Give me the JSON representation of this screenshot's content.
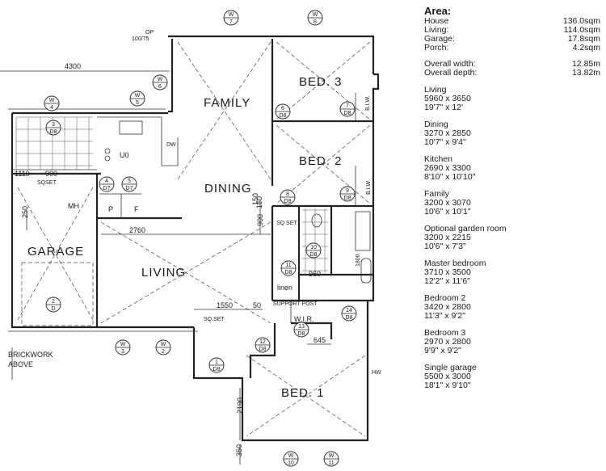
{
  "area": {
    "heading": "Area:",
    "rows": [
      {
        "label": "House",
        "value": "136.0sqm"
      },
      {
        "label": "Living:",
        "value": "114.0sqm"
      },
      {
        "label": "Garage:",
        "value": "17.8sqm"
      },
      {
        "label": "Porch:",
        "value": "4.2sqm"
      }
    ],
    "overall": [
      {
        "label": "Overall width:",
        "value": "12.85m"
      },
      {
        "label": "Overall depth:",
        "value": "13.82m"
      }
    ]
  },
  "rooms": [
    {
      "name": "Living",
      "metric": "5960 x 3650",
      "imperial": "19'7\" x 12'"
    },
    {
      "name": "Dining",
      "metric": "3270 x 2850",
      "imperial": "10'7\" x 9'4\""
    },
    {
      "name": "Kitchen",
      "metric": "2690 x 3300",
      "imperial": "8'10\" x 10'10\""
    },
    {
      "name": "Family",
      "metric": "3200 x 3070",
      "imperial": "10'6\" x 10'1\""
    },
    {
      "name": "Optional garden room",
      "metric": "3200 x 2215",
      "imperial": "10'6\" x 7'3\""
    },
    {
      "name": "Master bedroom",
      "metric": "3710 x 3500",
      "imperial": "12'2\" x 11'6\""
    },
    {
      "name": "Bedroom 2",
      "metric": "3420 x 2800",
      "imperial": "11'3\" x 9'2\""
    },
    {
      "name": "Bedroom 3",
      "metric": "2970 x 2800",
      "imperial": "9'9\" x 9'2\""
    },
    {
      "name": "Single garage",
      "metric": "5500 x 3000",
      "imperial": "18'1\" x 9'10\""
    }
  ],
  "plan": {
    "rooms": {
      "bed3": "BED. 3",
      "bed2": "BED. 2",
      "bed1": "BED. 1",
      "family": "FAMILY",
      "dining": "DINING",
      "living": "LIVING",
      "garage": "GARAGE",
      "wir": "W.I.R.",
      "linen": "linen"
    },
    "fixtures": {
      "biw_top": "B.I.W.",
      "biw_mid": "B.I.W.",
      "uo": "U0",
      "dw": "DW",
      "mh": "MH",
      "p": "P",
      "f": "F",
      "sqset_left": "SQSET",
      "sqset_living": "SQ.SET",
      "sqset_hall": "SQ SET",
      "support_post": "SUPPORT POST",
      "hw": "HW",
      "op": "OP",
      "op_rate": "100/75",
      "brickwork_1": "BRICKWORK",
      "brickwork_2": "ABOVE"
    },
    "dims": {
      "d4300": "4300",
      "d1110": "1110",
      "d900": "900",
      "d250": "250",
      "d2760": "2760",
      "d1550": "1550",
      "d50": "50",
      "d150": "150",
      "d900v": "900",
      "d960": "960",
      "d1800": "1800",
      "d645": "645",
      "d2190": "2190",
      "d350": "350",
      "d150b": "150"
    },
    "tags": {
      "w7": {
        "top": "W",
        "bottom": "7"
      },
      "w8": {
        "top": "W",
        "bottom": "8"
      },
      "w6": {
        "top": "W",
        "bottom": "6"
      },
      "w5": {
        "top": "W",
        "bottom": "5"
      },
      "w4": {
        "top": "W",
        "bottom": "4"
      },
      "w3": {
        "top": "W",
        "bottom": "3"
      },
      "w2": {
        "top": "W",
        "bottom": "2"
      },
      "w10": {
        "top": "W",
        "bottom": "10"
      },
      "w11": {
        "top": "W",
        "bottom": "11"
      },
      "d3": {
        "top": "3",
        "bottom": "D8"
      },
      "d4": {
        "top": "4",
        "bottom": "D7"
      },
      "d5": {
        "top": "5",
        "bottom": "D7"
      },
      "d6": {
        "top": "6",
        "bottom": "D8"
      },
      "d7": {
        "top": "7",
        "bottom": "D8"
      },
      "d8": {
        "top": "8",
        "bottom": "D8"
      },
      "d9": {
        "top": "9",
        "bottom": "D8"
      },
      "d10": {
        "top": "10",
        "bottom": "D8"
      },
      "d11": {
        "top": "11",
        "bottom": "D8"
      },
      "d12": {
        "top": "12",
        "bottom": "D8"
      },
      "d13": {
        "top": "13",
        "bottom": "D8"
      },
      "d14": {
        "top": "14",
        "bottom": "D8"
      },
      "d1": {
        "top": "1",
        "bottom": "D8"
      },
      "d2": {
        "top": "2",
        "bottom": "D"
      }
    }
  }
}
